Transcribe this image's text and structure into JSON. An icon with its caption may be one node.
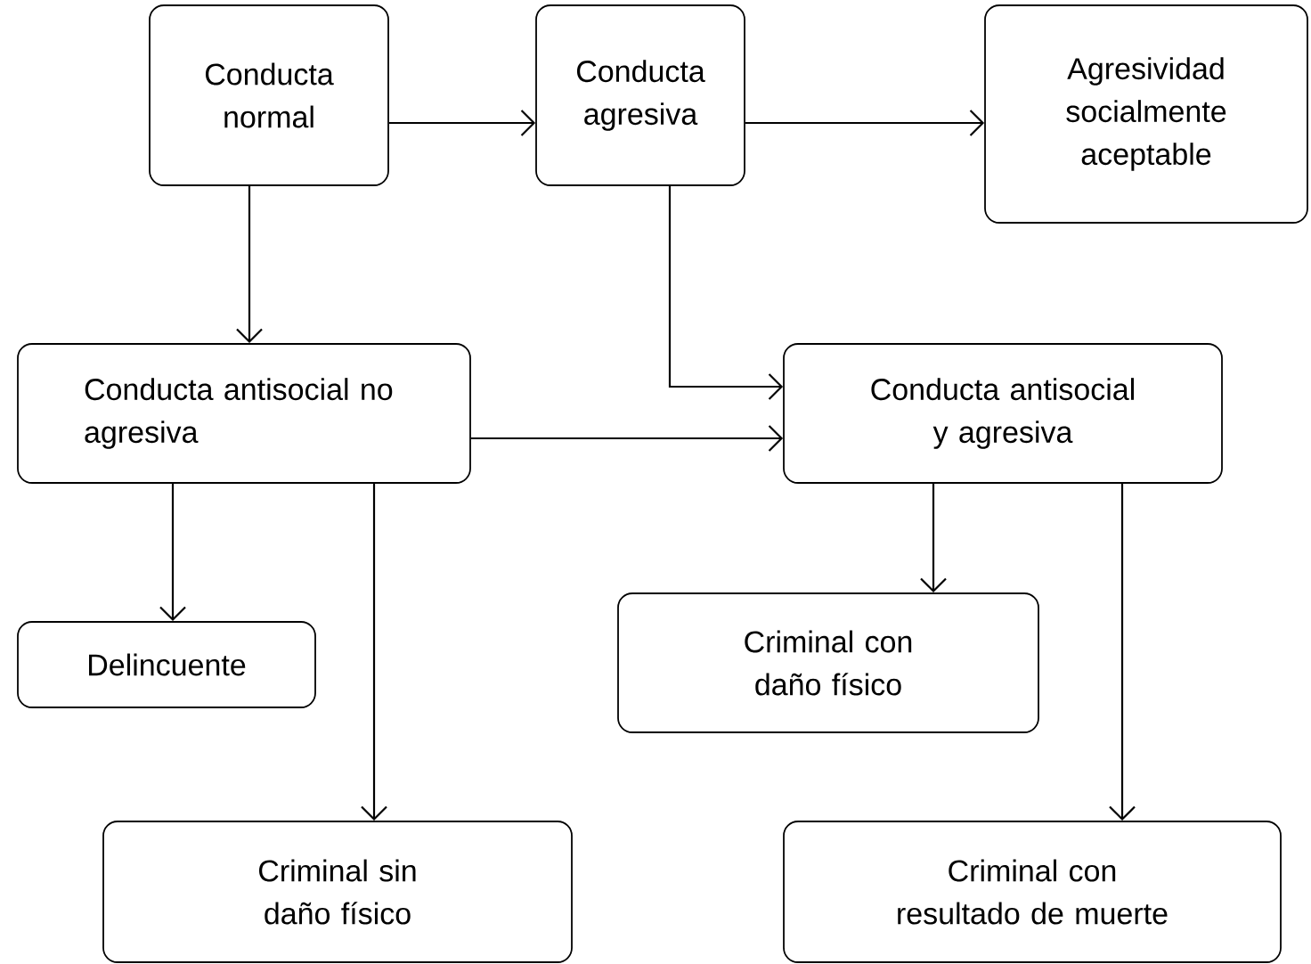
{
  "diagram": {
    "nodes": [
      {
        "text": [
          "Conducta normal"
        ]
      },
      {
        "text": [
          "Conducta agresiva"
        ]
      },
      {
        "text": [
          "Agresividad socialmente aceptable"
        ]
      },
      {
        "text": [
          "Conducta antisocial no agresiva"
        ]
      },
      {
        "text": [
          "Conducta antisocial y agresiva"
        ]
      },
      {
        "text": [
          "Delincuente"
        ]
      },
      {
        "text": [
          "Criminal con daño físico"
        ]
      },
      {
        "text": [
          "Criminal sin daño físico"
        ]
      },
      {
        "text": [
          "Criminal con resultado de muerte"
        ]
      }
    ],
    "edges": [
      {
        "from": 0,
        "to": 1,
        "arrow": "to"
      },
      {
        "from": 1,
        "to": 2,
        "arrow": "to"
      },
      {
        "from": 0,
        "to": 3,
        "arrow": "to"
      },
      {
        "from": 1,
        "to": 4,
        "arrow": "to"
      },
      {
        "from": 3,
        "to": 4,
        "arrow": "to"
      },
      {
        "from": 3,
        "to": 5,
        "arrow": "to"
      },
      {
        "from": 3,
        "to": 7,
        "arrow": "to"
      },
      {
        "from": 4,
        "to": 6,
        "arrow": "to"
      },
      {
        "from": 4,
        "to": 8,
        "arrow": "to"
      }
    ]
  }
}
